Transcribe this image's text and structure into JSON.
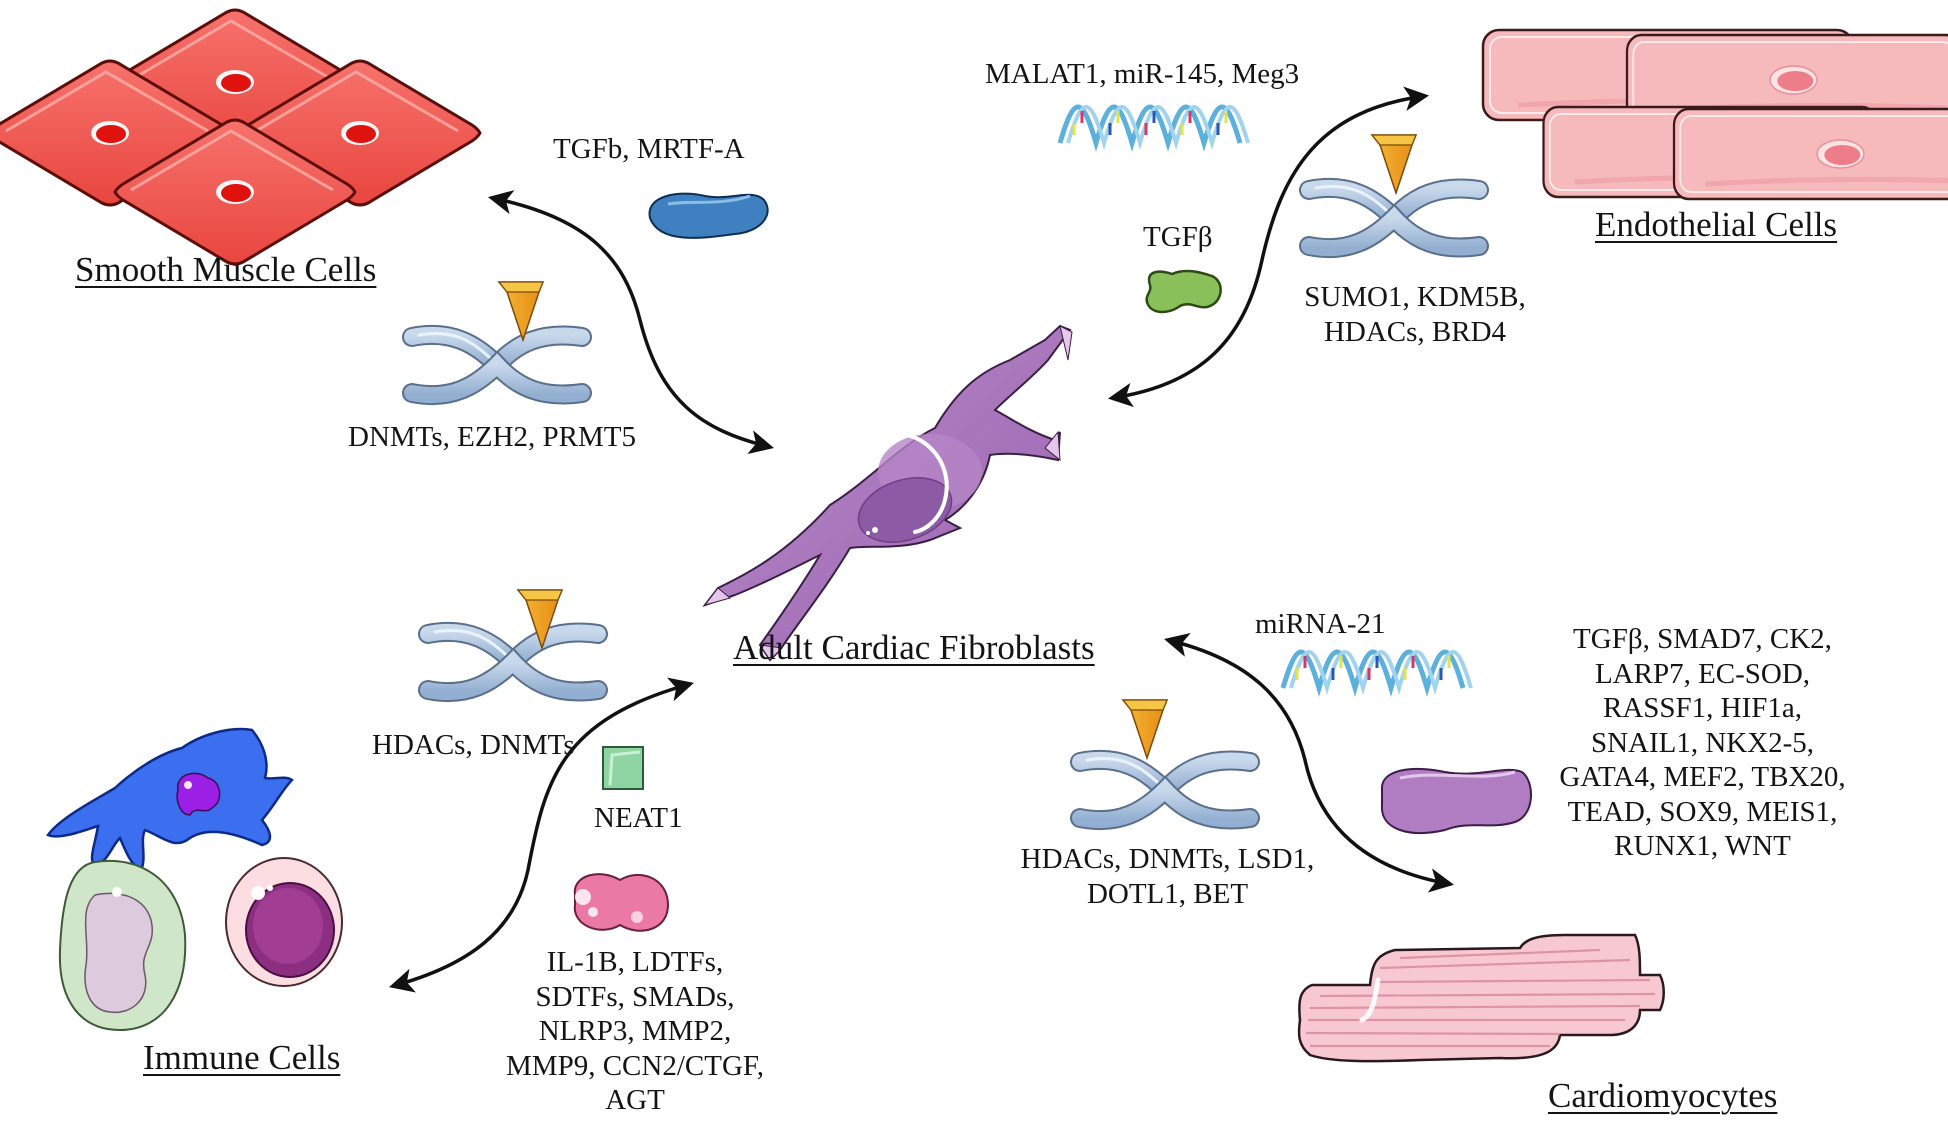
{
  "figure": {
    "center": {
      "label": "Adult Cardiac Fibroblasts",
      "icon": "fibroblast-cell"
    },
    "cell_types": [
      {
        "id": "smooth_muscle",
        "label": "Smooth Muscle Cells",
        "icon": "smooth-muscle-cells",
        "color": "#ef5a55"
      },
      {
        "id": "endothelial",
        "label": "Endothelial Cells",
        "icon": "endothelial-cells",
        "color": "#f5b4b8"
      },
      {
        "id": "immune",
        "label": "Immune Cells",
        "icon": "immune-cells",
        "color": "#3a6fe0"
      },
      {
        "id": "cardiomyocytes",
        "label": "Cardiomyocytes",
        "icon": "cardiomyocyte",
        "color": "#f5c3cc"
      }
    ],
    "transitions": {
      "smooth_muscle": {
        "factor_label": "TGFb, MRTF-A",
        "factor_icon": "protein-blob-blue",
        "epigenetic_label": "DNMTs, EZH2, PRMT5",
        "epigenetic_icon": "chromosome-with-marker",
        "arrow": "bidirectional"
      },
      "endothelial": {
        "rna_label": "MALAT1, miR-145, Meg3",
        "rna_icon": "rna-helix",
        "factor_label": "TGFβ",
        "factor_icon": "protein-blob-green",
        "epigenetic_label_lines": [
          "SUMO1, KDM5B,",
          "HDACs, BRD4"
        ],
        "epigenetic_icon": "chromosome-with-marker",
        "arrow": "bidirectional"
      },
      "immune": {
        "epigenetic_label": "HDACs, DNMTs",
        "epigenetic_icon": "chromosome-with-marker",
        "rna_label": "NEAT1",
        "rna_icon": "lncrna-square-green",
        "factor_icon": "protein-blob-pink",
        "factor_label_lines": [
          "IL-1B, LDTFs,",
          "SDTFs, SMADs,",
          "NLRP3, MMP2,",
          "MMP9, CCN2/CTGF,",
          "AGT"
        ],
        "arrow": "bidirectional"
      },
      "cardiomyocytes": {
        "rna_label": "miRNA-21",
        "rna_icon": "rna-helix",
        "epigenetic_label_lines": [
          "HDACs, DNMTs, LSD1,",
          "DOTL1, BET"
        ],
        "epigenetic_icon": "chromosome-with-marker",
        "factor_icon": "protein-blob-purple",
        "factor_label_lines": [
          "TGFβ, SMAD7, CK2,",
          "LARP7, EC-SOD,",
          "RASSF1, HIF1a,",
          "SNAIL1, NKX2-5,",
          "GATA4, MEF2, TBX20,",
          "TEAD, SOX9, MEIS1,",
          "RUNX1, WNT"
        ],
        "arrow": "bidirectional"
      }
    }
  }
}
